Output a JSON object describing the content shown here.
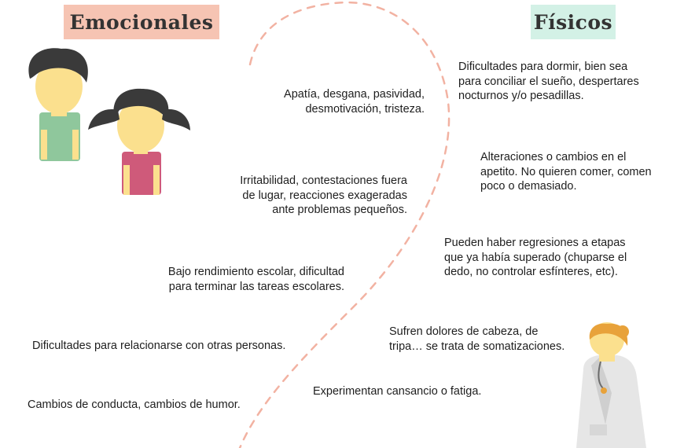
{
  "colors": {
    "emocionales_bg": "#f6c4b3",
    "fisicos_bg": "#d3f1e6",
    "dashed_line": "#f2b2a2",
    "boy_shirt": "#8fc79c",
    "girl_shirt": "#cf5a7a",
    "hair": "#3a3a3a",
    "skin": "#fbe08e",
    "doctor_hair": "#e8a23a",
    "doctor_coat": "#e6e6e6"
  },
  "headings": {
    "emocionales": "Emocionales",
    "fisicos": "Físicos"
  },
  "emocionales": [
    [
      "Apatía, desgana, pasividad,",
      "desmotivación, tristeza."
    ],
    [
      "Irritabilidad, contestaciones fuera",
      "de lugar, reacciones exageradas",
      "ante problemas pequeños."
    ],
    [
      "Bajo rendimiento escolar, dificultad",
      "para terminar las tareas escolares."
    ],
    [
      "Dificultades para relacionarse con otras personas."
    ],
    [
      "Cambios de conducta, cambios de humor."
    ]
  ],
  "fisicos": [
    [
      "Dificultades para dormir, bien sea",
      "para conciliar el sueño, despertares",
      "nocturnos y/o pesadillas."
    ],
    [
      "Alteraciones o cambios en el",
      "apetito. No quieren comer, comen",
      "poco o demasiado."
    ],
    [
      "Pueden haber regresiones a etapas",
      "que ya había superado (chuparse el",
      "dedo, no controlar esfínteres, etc)."
    ],
    [
      "Sufren dolores de cabeza, de",
      "tripa… se trata de somatizaciones."
    ],
    [
      "Experimentan cansancio o fatiga."
    ]
  ],
  "icons": {
    "children": "children-illustration",
    "doctor": "doctor-illustration"
  }
}
